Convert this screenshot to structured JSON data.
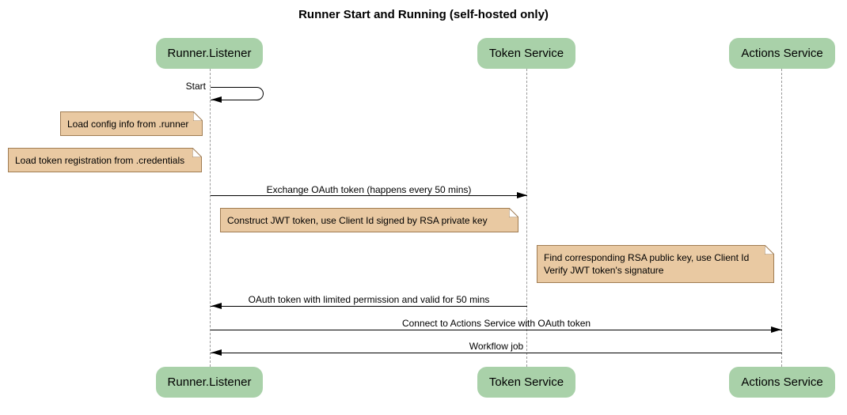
{
  "title": "Runner Start and Running (self-hosted only)",
  "participants": [
    {
      "label": "Runner.Listener"
    },
    {
      "label": "Token Service"
    },
    {
      "label": "Actions Service"
    }
  ],
  "messages": [
    {
      "from": "Runner.Listener",
      "to": "Runner.Listener",
      "type": "self",
      "label": "Start"
    },
    {
      "from": "Runner.Listener",
      "to": "Token Service",
      "type": "solid-arrow",
      "label": "Exchange OAuth token (happens every 50 mins)"
    },
    {
      "from": "Token Service",
      "to": "Runner.Listener",
      "type": "solid-arrow",
      "label": "OAuth token with limited permission and valid for 50 mins"
    },
    {
      "from": "Runner.Listener",
      "to": "Actions Service",
      "type": "solid-arrow",
      "label": "Connect to Actions Service with OAuth token"
    },
    {
      "from": "Actions Service",
      "to": "Runner.Listener",
      "type": "solid-arrow",
      "label": "Workflow job"
    }
  ],
  "notes": [
    {
      "position": "left of Runner.Listener",
      "text": "Load config info from .runner"
    },
    {
      "position": "left of Runner.Listener",
      "text": "Load token registration from .credentials"
    },
    {
      "position": "right of Runner.Listener",
      "text": "Construct JWT token, use Client Id signed by RSA private key"
    },
    {
      "position": "right of Token Service",
      "lines": [
        "Find corresponding RSA public key, use Client Id",
        "Verify JWT token's signature"
      ]
    }
  ],
  "colors": {
    "participant_fill": "#a9d1a9",
    "note_fill": "#e9c9a2",
    "note_border": "#a07c52",
    "lifeline": "#999999",
    "line": "#000000",
    "background": "#ffffff"
  }
}
